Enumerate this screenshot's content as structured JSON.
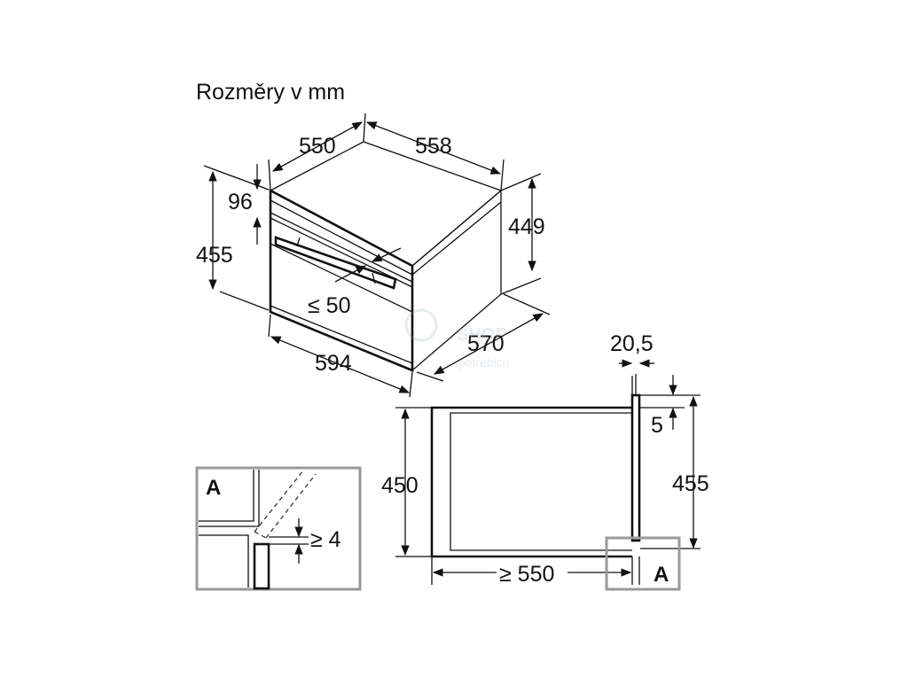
{
  "title": "Rozměry v mm",
  "oven_view": {
    "depth_body": "550",
    "width_body": "558",
    "front_panel_height": "96",
    "total_height": "455",
    "body_height": "449",
    "handle_projection": "≤ 50",
    "overall_depth": "570",
    "front_width": "594"
  },
  "niche_view": {
    "panel_thickness": "20,5",
    "top_gap": "5",
    "niche_height": "450",
    "front_height": "455",
    "niche_depth": "≥ 550",
    "detail_label": "A"
  },
  "detail_view": {
    "label": "A",
    "gap": "≥ 4"
  },
  "watermark": {
    "line1": "SHOP",
    "line2": "spotrebice"
  }
}
